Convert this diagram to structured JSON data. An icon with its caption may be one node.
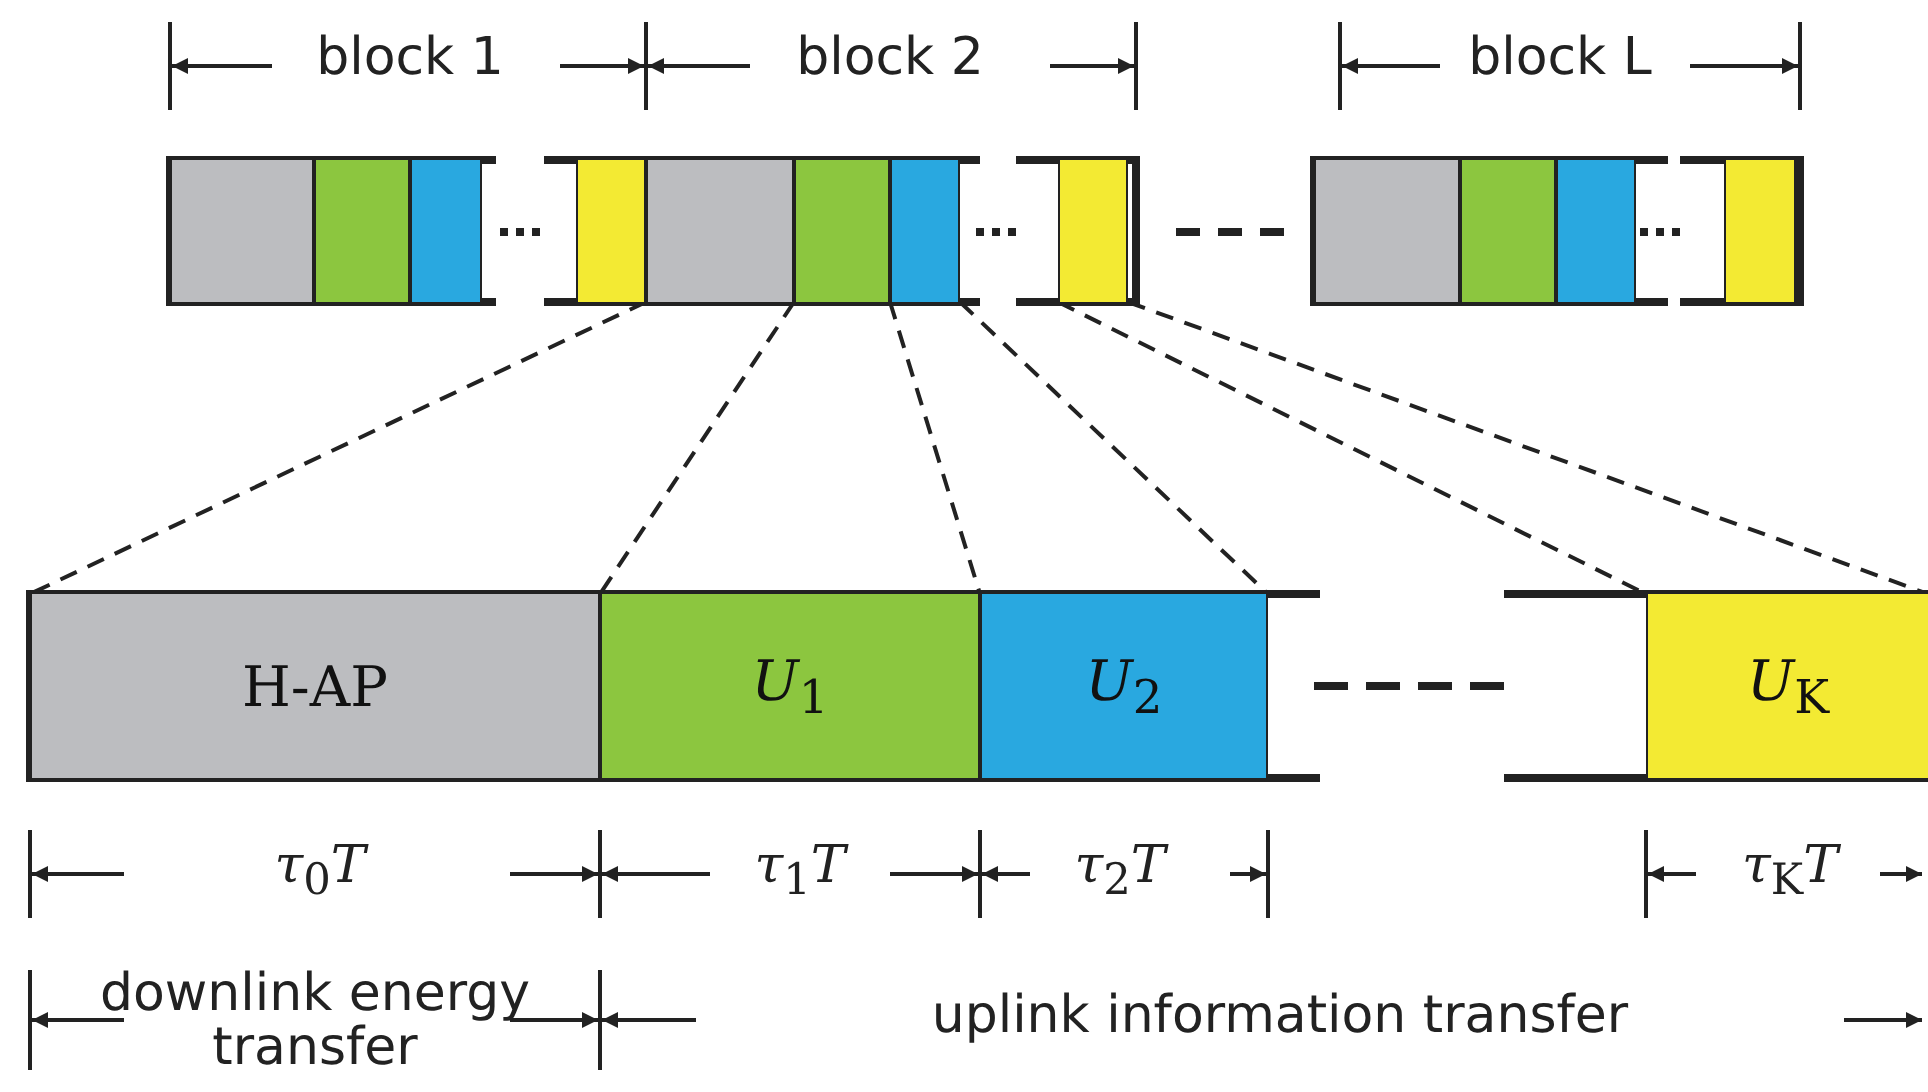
{
  "diagram": {
    "nodes": [
      {
        "text": [],
        "shape": "box"
      },
      {
        "text": [],
        "shape": "box"
      },
      {
        "text": [],
        "shape": "box"
      },
      {
        "text": [],
        "shape": "box"
      },
      {
        "text": [],
        "shape": "box"
      },
      {
        "text": [],
        "shape": "box"
      },
      {
        "text": [],
        "shape": "box"
      },
      {
        "text": [],
        "shape": "box"
      },
      {
        "text": [],
        "shape": "box"
      },
      {
        "text": [],
        "shape": "box"
      },
      {
        "text": [],
        "shape": "box"
      },
      {
        "text": [],
        "shape": "box"
      },
      {
        "text": [
          "H-AP"
        ]
      },
      {
        "text": [
          "*U*$_{1}$"
        ]
      },
      {
        "text": [
          "*U*$_{2}$"
        ]
      },
      {
        "text": [
          "*U*$_{K}$"
        ]
      }
    ],
    "edges": [
      {
        "from": 4,
        "to": 12,
        "arrow": "none",
        "style": "dashed"
      },
      {
        "from": 5,
        "to": 13,
        "arrow": "none",
        "style": "dashed"
      },
      {
        "from": 6,
        "to": 14,
        "arrow": "none",
        "style": "dashed"
      },
      {
        "from": 7,
        "to": 15,
        "arrow": "none",
        "style": "dashed"
      }
    ],
    "labels": [
      "block 1",
      "block 2",
      "block L",
      "*τ*$_{0}$*T*",
      "*τ*$_{1}$*T*",
      "*τ*$_{2}$*T*",
      "*τ*$_{K}$*T*",
      "downlink energy transfer",
      "uplink information transfer"
    ]
  }
}
